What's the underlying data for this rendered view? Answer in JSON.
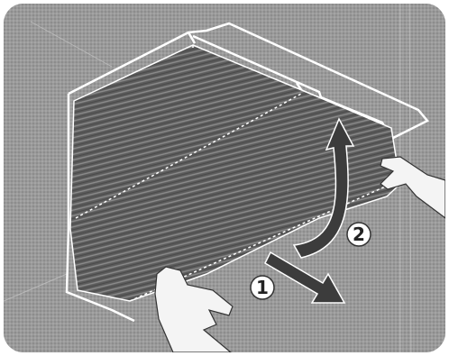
{
  "illustration": {
    "subject": "filter-removal",
    "steps": [
      {
        "number": "1",
        "direction": "slide-out"
      },
      {
        "number": "2",
        "direction": "lift-up"
      }
    ],
    "colors": {
      "background": "#9a9a9a",
      "filter_mesh": "#6e6e6e",
      "outline": "#ffffff",
      "arrow": "#3c3c3c",
      "badge": "#ffffff",
      "badge_text": "#222222"
    }
  }
}
